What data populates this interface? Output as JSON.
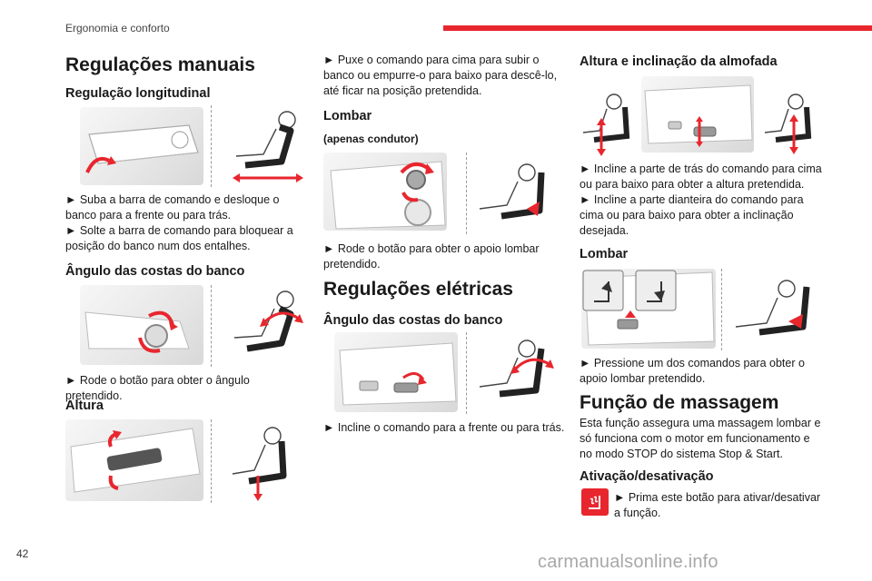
{
  "header": {
    "section": "Ergonomia e conforto",
    "accent_color": "#e8262e"
  },
  "page_number": "42",
  "watermark": "carmanualsonline.info",
  "col1": {
    "title": "Regulações manuais",
    "longitudinal": {
      "heading": "Regulação longitudinal",
      "p1": "► Suba a barra de comando e desloque o banco para a frente ou para trás.",
      "p2": "► Solte a barra de comando para bloquear a posição do banco num dos entalhes."
    },
    "backrest": {
      "heading": "Ângulo das costas do banco",
      "p1": "► Rode o botão para obter o ângulo pretendido."
    },
    "height": {
      "heading": "Altura"
    }
  },
  "col2": {
    "height_p": "► Puxe o comando para cima para subir o banco ou empurre-o para baixo para descê-lo, até ficar na posição pretendida.",
    "lumbar": {
      "heading": "Lombar",
      "sub": "(apenas condutor)",
      "p1": "► Rode o botão para obter o apoio lombar pretendido."
    },
    "electric": {
      "title": "Regulações elétricas",
      "backrest_heading": "Ângulo das costas do banco",
      "backrest_p": "► Incline o comando para a frente ou para trás."
    }
  },
  "col3": {
    "cushion": {
      "heading": "Altura e inclinação da almofada",
      "p1": "► Incline a parte de trás do comando para cima ou para baixo para obter a altura pretendida.",
      "p2": "► Incline a parte dianteira do comando para cima ou para baixo para obter a inclinação desejada."
    },
    "lumbar": {
      "heading": "Lombar",
      "p1": "► Pressione um dos comandos para obter o apoio lombar pretendido."
    },
    "massage": {
      "title": "Função de massagem",
      "p1": "Esta função assegura uma massagem lombar e só funciona com o motor em funcionamento e no modo STOP do sistema Stop & Start.",
      "activation_heading": "Ativação/desativação",
      "activation_p": "► Prima este botão para ativar/desativar a função."
    }
  }
}
